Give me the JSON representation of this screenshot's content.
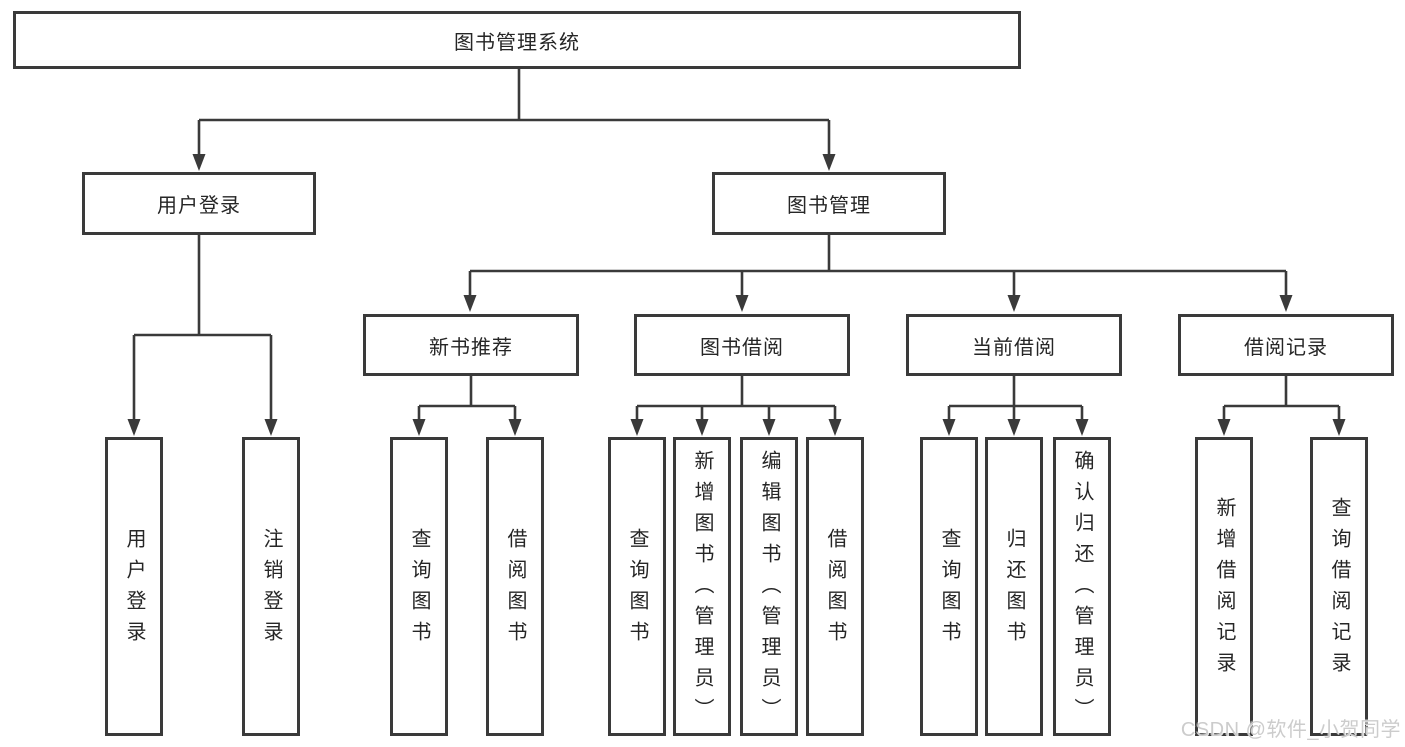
{
  "diagram": {
    "root": {
      "label": "图书管理系统"
    },
    "level2": [
      {
        "label": "用户登录"
      },
      {
        "label": "图书管理"
      }
    ],
    "level3": [
      {
        "label": "新书推荐"
      },
      {
        "label": "图书借阅"
      },
      {
        "label": "当前借阅"
      },
      {
        "label": "借阅记录"
      }
    ],
    "leaves": [
      {
        "label": "用户登录"
      },
      {
        "label": "注销登录"
      },
      {
        "label": "查询图书"
      },
      {
        "label": "借阅图书"
      },
      {
        "label": "查询图书"
      },
      {
        "label": "新增图书（管理员）"
      },
      {
        "label": "编辑图书（管理员）"
      },
      {
        "label": "借阅图书"
      },
      {
        "label": "查询图书"
      },
      {
        "label": "归还图书"
      },
      {
        "label": "确认归还（管理员）"
      },
      {
        "label": "新增借阅记录"
      },
      {
        "label": "查询借阅记录"
      }
    ],
    "watermark": "CSDN @软件_小贺同学",
    "colors": {
      "line": "#3a3a3a",
      "border": "#3a3a3a",
      "text": "#262626",
      "background": "#ffffff",
      "watermark": "#cccccc"
    }
  }
}
